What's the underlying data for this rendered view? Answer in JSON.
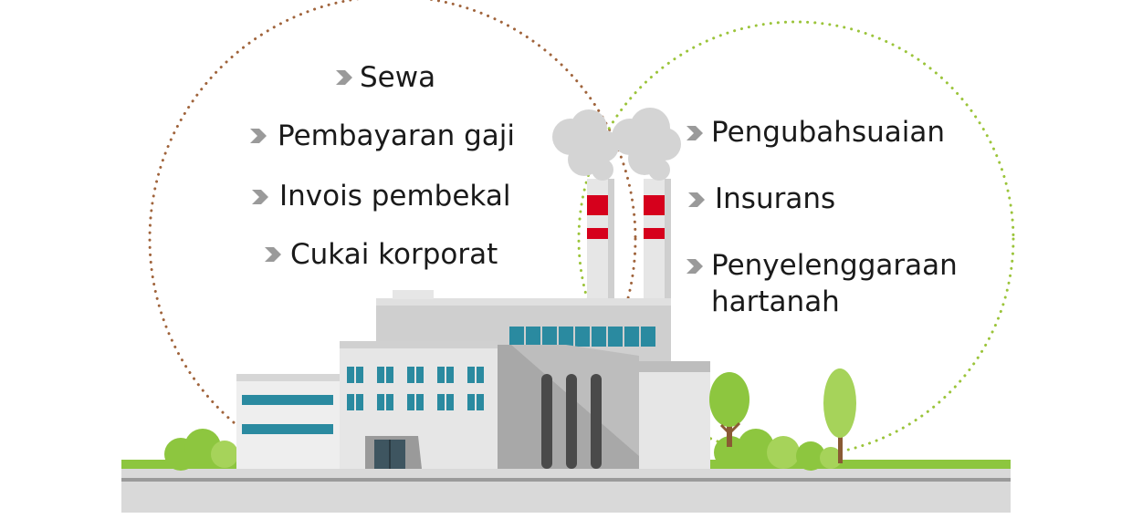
{
  "left_list": {
    "items": [
      {
        "label": "Sewa"
      },
      {
        "label": "Pembayaran gaji"
      },
      {
        "label": "Invois pembekal"
      },
      {
        "label": "Cukai korporat"
      }
    ]
  },
  "right_list": {
    "items": [
      {
        "label": "Pengubahsuaian"
      },
      {
        "label": "Insurans"
      },
      {
        "label": "Penyelenggaraan",
        "label2": "hartanah"
      }
    ]
  },
  "colors": {
    "left_circle": "#a0643c",
    "right_circle": "#9bc43a",
    "chimney_band": "#d6001c",
    "window": "#2a8aa0",
    "grass": "#8dc63f"
  }
}
